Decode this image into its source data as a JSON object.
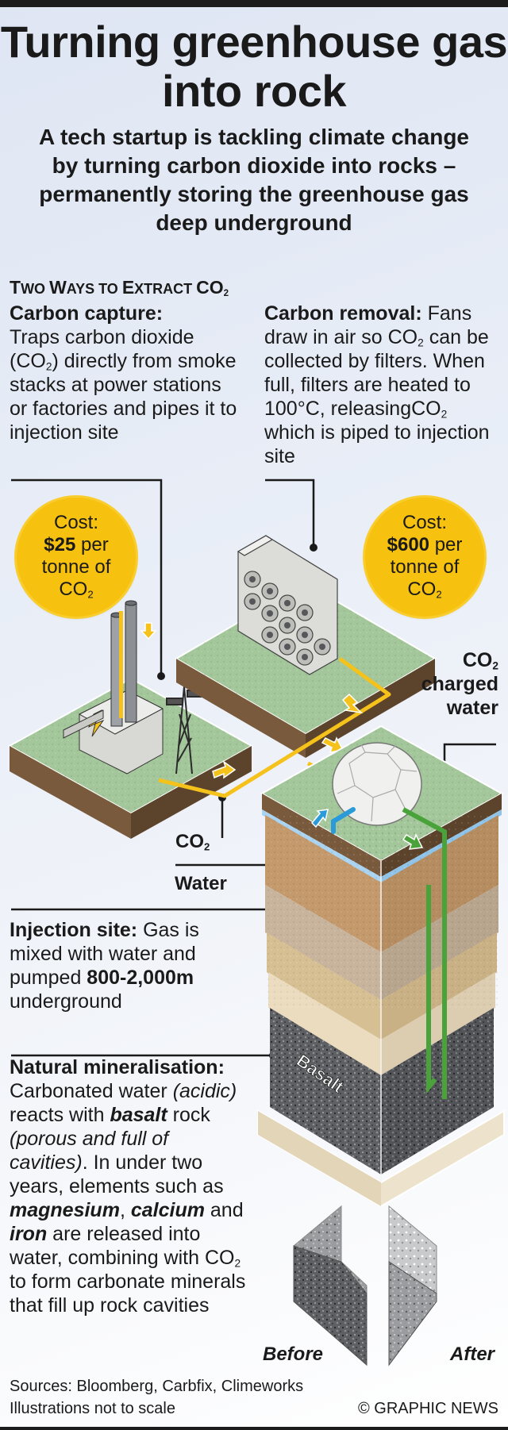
{
  "header": {
    "title": "Turning greenhouse gas into rock",
    "subtitle": "A tech startup is tackling climate change by turning carbon dioxide into rocks – permanently storing the greenhouse gas deep underground"
  },
  "section": {
    "heading_parts": [
      "T",
      "WO ",
      "W",
      "AYS TO ",
      "E",
      "XTRACT ",
      "CO",
      "2"
    ]
  },
  "carbon_capture": {
    "heading": "Carbon capture:",
    "body_before_sub": "Traps carbon dioxide (CO",
    "sub": "2",
    "body_after_sub": ") directly from smoke stacks at power stations or factories and pipes it to injection site",
    "cost": {
      "label": "Cost:",
      "amount": "$25",
      "unit_a": "per",
      "unit_b": "tonne of",
      "unit_c": "CO",
      "unit_sub": "2"
    }
  },
  "carbon_removal": {
    "heading": "Carbon removal:",
    "body_1": "Fans draw in air so CO",
    "sub_1": "2",
    "body_2": " can be collected by filters. When full, filters are heated to 100°C, releasingCO",
    "sub_2": "2",
    "body_3": " which is piped to injection site",
    "cost": {
      "label": "Cost:",
      "amount": "$600",
      "unit_a": "per",
      "unit_b": "tonne of",
      "unit_c": "CO",
      "unit_sub": "2"
    }
  },
  "diagram_labels": {
    "co2": "CO",
    "co2_sub": "2",
    "water": "Water",
    "charged_co2": "CO",
    "charged_sub": "2",
    "charged_line1": "charged",
    "charged_line2": "water",
    "basalt": "Basalt",
    "before": "Before",
    "after": "After"
  },
  "injection_site": {
    "heading": "Injection site:",
    "body_1": " Gas is mixed with water and pumped ",
    "depth": "800-2,000m",
    "body_2": " underground"
  },
  "mineralisation": {
    "heading": "Natural mineralisation:",
    "t1": " Carbonated water ",
    "acidic": "(acidic)",
    "t2": " reacts with ",
    "basalt": "basalt",
    "t3": " rock ",
    "porous": "(porous and full of cavities)",
    "t4": ". In under two years, elements such as ",
    "magnesium": "magnesium",
    "t5": ", ",
    "calcium": "calcium",
    "t6": " and ",
    "iron": "iron",
    "t7": " are released into water, combining with CO",
    "sub": "2",
    "t8": " to form carbonate minerals that fill up rock cavities"
  },
  "footer": {
    "sources": "Sources: Bloomberg, Carbfix, Climeworks",
    "note": "Illustrations not to scale",
    "credit": "© GRAPHIC NEWS"
  },
  "colors": {
    "pipe_co2": "#f5c11b",
    "pipe_water": "#2a9ad8",
    "pipe_charged": "#4aa33a",
    "grass": "#a3c79a",
    "badge": "#f7c10f"
  }
}
